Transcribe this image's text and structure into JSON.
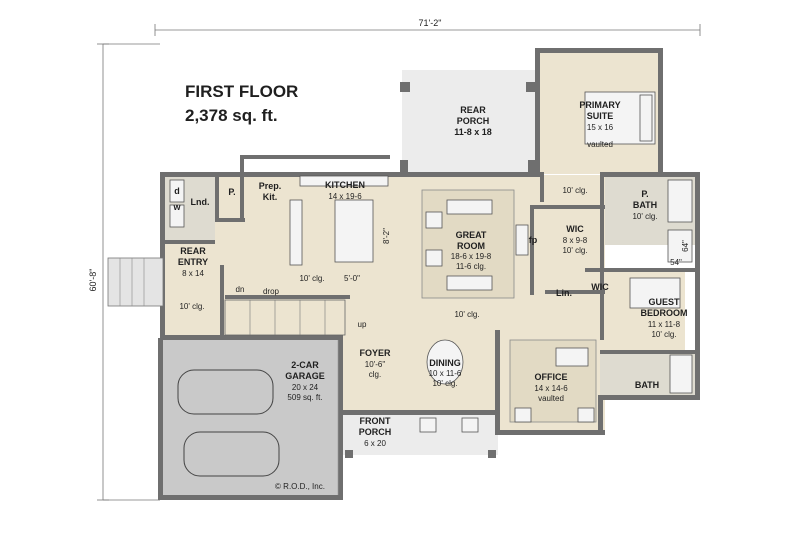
{
  "header": {
    "title": "FIRST FLOOR",
    "area": "2,378 sq. ft."
  },
  "dimensions": {
    "overall_width": "71'-2\"",
    "overall_depth": "60'-8\""
  },
  "rooms": {
    "rear_porch": {
      "name_line1": "REAR",
      "name_line2": "PORCH",
      "size": "11-8 x 18"
    },
    "primary_suite": {
      "name_line1": "PRIMARY",
      "name_line2": "SUITE",
      "size": "15 x 16",
      "note": "vaulted"
    },
    "kitchen": {
      "name": "KITCHEN",
      "size": "14 x 19-6"
    },
    "prep_kitchen": {
      "name_line1": "Prep.",
      "name_line2": "Kit."
    },
    "pantry": {
      "name": "P."
    },
    "laundry": {
      "name": "Lnd."
    },
    "dryer": {
      "name": "d"
    },
    "washer": {
      "name": "w"
    },
    "rear_entry": {
      "name_line1": "REAR",
      "name_line2": "ENTRY",
      "size": "8 x 14"
    },
    "great_room": {
      "name_line1": "GREAT",
      "name_line2": "ROOM",
      "size": "18-6 x 19-8",
      "ceiling": "11-6 clg."
    },
    "fireplace": {
      "name": "fp"
    },
    "wic": {
      "name": "WIC",
      "size": "8 x 9-8",
      "ceiling": "10' clg."
    },
    "p_bath": {
      "name": "P.",
      "name_line2": "BATH",
      "ceiling": "10' clg."
    },
    "linen": {
      "name": "Lin."
    },
    "wic2": {
      "name": "WIC"
    },
    "guest_bedroom": {
      "name_line1": "GUEST",
      "name_line2": "BEDROOM",
      "size": "11 x 11-8",
      "ceiling": "10' clg."
    },
    "bath": {
      "name": "BATH"
    },
    "garage": {
      "name": "2-CAR",
      "name_line2": "GARAGE",
      "size": "20 x 24",
      "area": "509 sq. ft."
    },
    "foyer": {
      "name": "FOYER",
      "ceiling_line1": "10'-6\"",
      "ceiling_line2": "clg."
    },
    "dining": {
      "name": "DINING",
      "size": "10 x 11-6",
      "ceiling": "10' clg."
    },
    "office": {
      "name": "OFFICE",
      "size": "14 x 14-6",
      "note": "vaulted"
    },
    "front_porch": {
      "name_line1": "FRONT",
      "name_line2": "PORCH",
      "size": "6 x 20"
    }
  },
  "notes": {
    "primary_clg": "10' clg.",
    "kitchen_clg": "10' clg.",
    "island_height": "8'-2\"",
    "island_width": "5'-0\"",
    "rear_entry_clg": "10' clg.",
    "hall_clg": "10' clg.",
    "dn": "dn",
    "drop": "drop",
    "up": "up",
    "shower_dim": "64\"",
    "shower_dim2": "54\""
  },
  "footer": {
    "copyright": "© R.O.D., Inc."
  }
}
